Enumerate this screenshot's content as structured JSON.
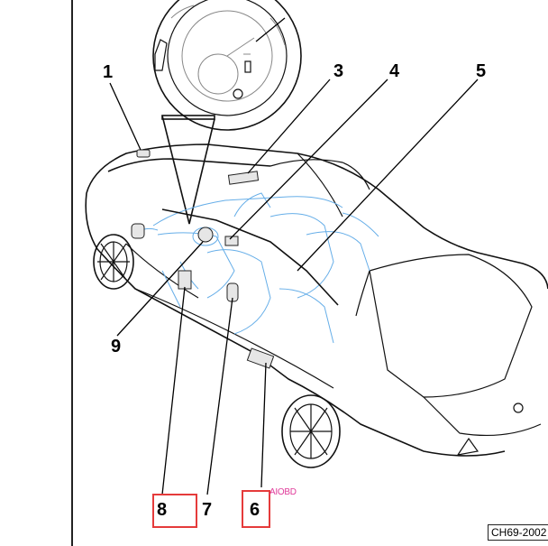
{
  "callouts": [
    {
      "id": "1",
      "label": "1"
    },
    {
      "id": "3",
      "label": "3"
    },
    {
      "id": "4",
      "label": "4"
    },
    {
      "id": "5",
      "label": "5"
    },
    {
      "id": "6",
      "label": "6"
    },
    {
      "id": "7",
      "label": "7"
    },
    {
      "id": "8",
      "label": "8"
    },
    {
      "id": "9",
      "label": "9"
    }
  ],
  "highlighted_callouts": [
    "8",
    "6"
  ],
  "watermark": "AIOBD",
  "figure_id": "CH69-2002",
  "colors": {
    "line_art": "#111111",
    "interior_lines": "#66aee8",
    "highlight_box": "#e53b3b",
    "watermark": "#e03b9a"
  }
}
